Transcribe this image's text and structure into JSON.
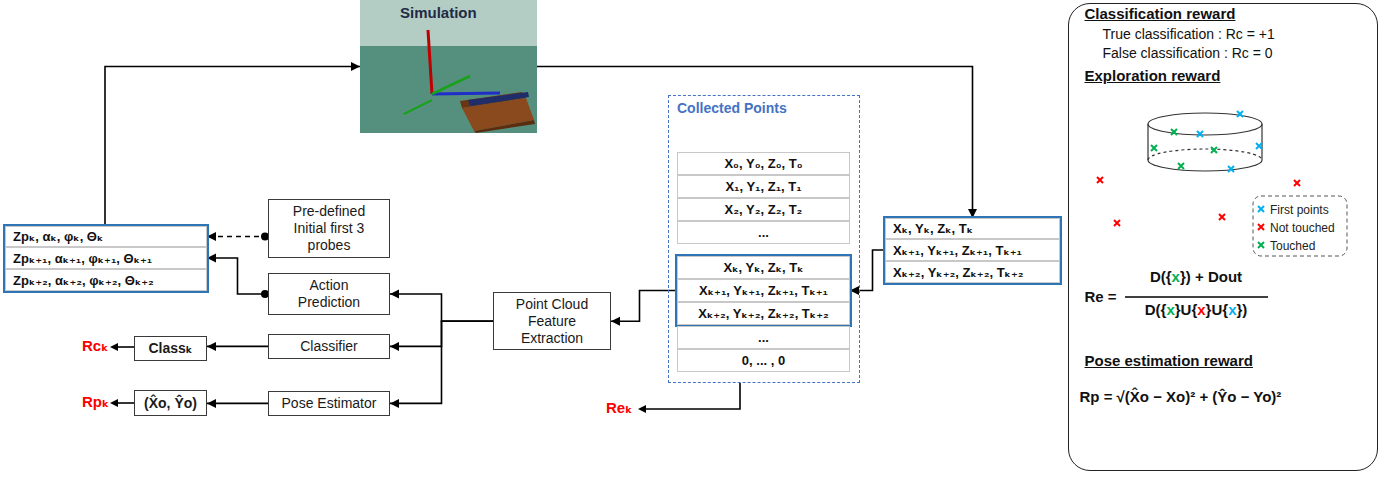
{
  "diagram": {
    "nodes": [
      {
        "text": [
          "Simulation"
        ]
      },
      {
        "text": [
          "Zpₖ, αₖ, φₖ, Θₖ"
        ]
      },
      {
        "text": [
          "Zpₖ₊₁, αₖ₊₁, φₖ₊₁, Θₖ₊₁"
        ]
      },
      {
        "text": [
          "Zpₖ₊₂, αₖ₊₂, φₖ₊₂, Θₖ₊₂"
        ]
      },
      {
        "text": [
          "Pre-defined Initial first 3 probes"
        ]
      },
      {
        "text": [
          "Action Prediction"
        ]
      },
      {
        "text": [
          "Point Cloud Feature Extraction"
        ]
      },
      {
        "text": [
          "Collected Points"
        ]
      },
      {
        "text": [
          "X₀, Y₀, Z₀, T₀"
        ],
        "in": 7
      },
      {
        "text": [
          "X₁, Y₁, Z₁, T₁"
        ],
        "in": 7
      },
      {
        "text": [
          "X₂, Y₂, Z₂, T₂"
        ],
        "in": 7
      },
      {
        "text": [
          "..."
        ],
        "in": 7
      },
      {
        "text": [
          "Xₖ, Yₖ, Zₖ, Tₖ"
        ],
        "in": 7
      },
      {
        "text": [
          "Xₖ₊₁, Yₖ₊₁, Zₖ₊₁, Tₖ₊₁"
        ],
        "in": 7
      },
      {
        "text": [
          "Xₖ₊₂, Yₖ₊₂, Zₖ₊₂, Tₖ₊₂"
        ],
        "in": 7
      },
      {
        "text": [
          "..."
        ],
        "in": 7
      },
      {
        "text": [
          "0, ... , 0"
        ],
        "in": 7
      },
      {
        "text": [
          "Xₖ, Yₖ, Zₖ, Tₖ"
        ]
      },
      {
        "text": [
          "Xₖ₊₁, Yₖ₊₁, Zₖ₊₁, Tₖ₊₁"
        ]
      },
      {
        "text": [
          "Xₖ₊₂, Yₖ₊₂, Zₖ₊₂, Tₖ₊₂"
        ]
      },
      {
        "text": [
          "Classₖ"
        ]
      },
      {
        "text": [
          "Classifier"
        ]
      },
      {
        "text": [
          "(X̂o, Ŷo)"
        ]
      },
      {
        "text": [
          "Pose Estimator"
        ]
      },
      {
        "text": [
          "Classification reward",
          "True classification : Rc = +1",
          "False classification : Rc = 0",
          "Exploration reward",
          "Re =",
          "D({x}) + Dout",
          "D({x}U{x}U{x})",
          "Pose estimation reward",
          "Rp = √(X̂o − Xo)² + (Ŷo − Yo)²"
        ]
      }
    ],
    "edges": [
      {
        "from": 1,
        "to": 0,
        "arrow": "to"
      },
      {
        "from": 0,
        "to": 17,
        "arrow": "to"
      },
      {
        "from": 4,
        "to": 1,
        "arrow": "to"
      },
      {
        "from": 5,
        "to": 2,
        "arrow": "to"
      },
      {
        "from": 18,
        "to": 13,
        "arrow": "to"
      },
      {
        "from": 13,
        "to": 6,
        "arrow": "to"
      },
      {
        "from": 6,
        "to": 5,
        "arrow": "to"
      },
      {
        "from": 6,
        "to": 21,
        "arrow": "to"
      },
      {
        "from": 6,
        "to": 23,
        "arrow": "to"
      },
      {
        "from": 21,
        "to": 20,
        "arrow": "to"
      },
      {
        "from": 23,
        "to": 22,
        "arrow": "to"
      }
    ],
    "labels": [
      "Rcₖ",
      "Rpₖ",
      "Reₖ"
    ],
    "legend": [
      {
        "text": "First points"
      },
      {
        "text": "Not touched"
      },
      {
        "text": "Touched"
      }
    ]
  }
}
